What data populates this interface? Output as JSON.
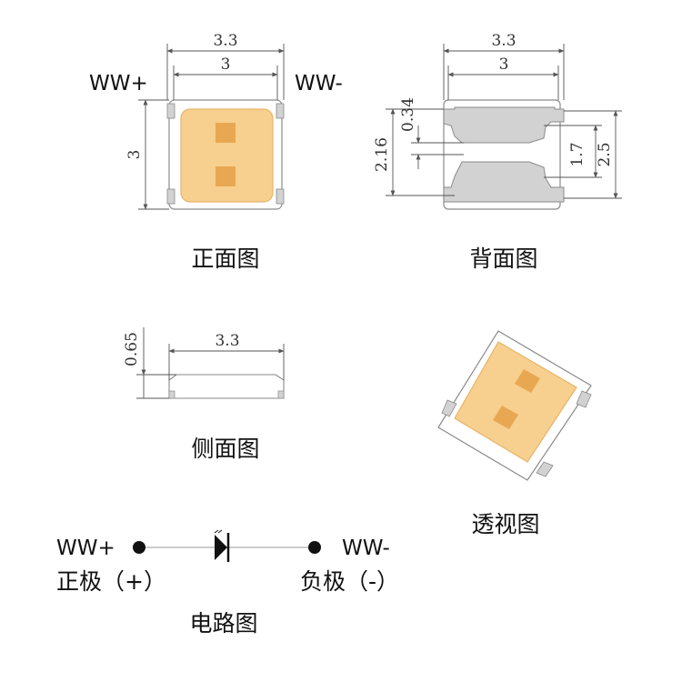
{
  "front": {
    "title": "正面图",
    "dim_width_outer": "3.3",
    "dim_width_inner": "3",
    "dim_height": "3",
    "pin_left": "WW+",
    "pin_right": "WW-"
  },
  "back": {
    "title": "背面图",
    "dim_width_outer": "3.3",
    "dim_width_inner": "3",
    "dim_gap": "0.34",
    "dim_left": "2.16",
    "dim_mid": "1.7",
    "dim_right": "2.5"
  },
  "side": {
    "title": "侧面图",
    "dim_thickness": "0.65",
    "dim_width": "3.3"
  },
  "perspective": {
    "title": "透视图"
  },
  "circuit": {
    "title": "电路图",
    "left_pin": "WW+",
    "right_pin": "WW-",
    "left_polarity": "正极（+）",
    "right_polarity": "负极（-）"
  },
  "colors": {
    "phosphor": "#f7cf8e",
    "phosphor_edge": "#e8b56a",
    "die": "#e8a852",
    "body": "#ffffff",
    "pad": "#d2d2d2",
    "outline": "#8a8a8a"
  }
}
